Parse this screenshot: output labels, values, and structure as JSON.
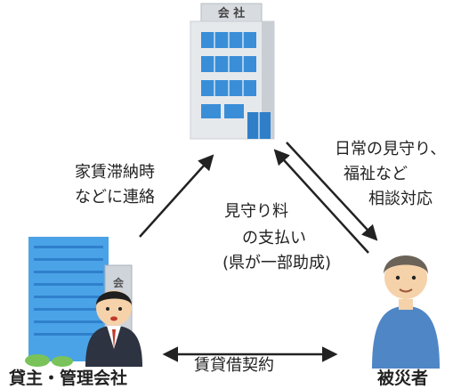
{
  "nodes": {
    "company": {
      "sign": "会 社"
    },
    "landlord": {
      "label": "貸主・管理会社",
      "sign": "会社"
    },
    "victim": {
      "label": "被災者"
    }
  },
  "edges": {
    "landlord_to_company": {
      "line1": "家賃滞納時",
      "line2": "などに連絡"
    },
    "company_to_victim": {
      "line1": "日常の見守り、",
      "line2": "福祉など",
      "line3": "相談対応"
    },
    "victim_to_company": {
      "line1": "見守り料",
      "line2": "の支払い",
      "line3": "(県が一部助成)"
    },
    "contract": {
      "label": "賃貸借契約"
    }
  },
  "colors": {
    "building_fill": "#e6e9ec",
    "building_side": "#c9ced4",
    "window_blue": "#3a8ed8",
    "blue_building": "#4aa3e6",
    "suit": "#2d3340",
    "shirt": "#4f86c6",
    "skin": "#f6d2aa",
    "arrow": "#222222"
  }
}
